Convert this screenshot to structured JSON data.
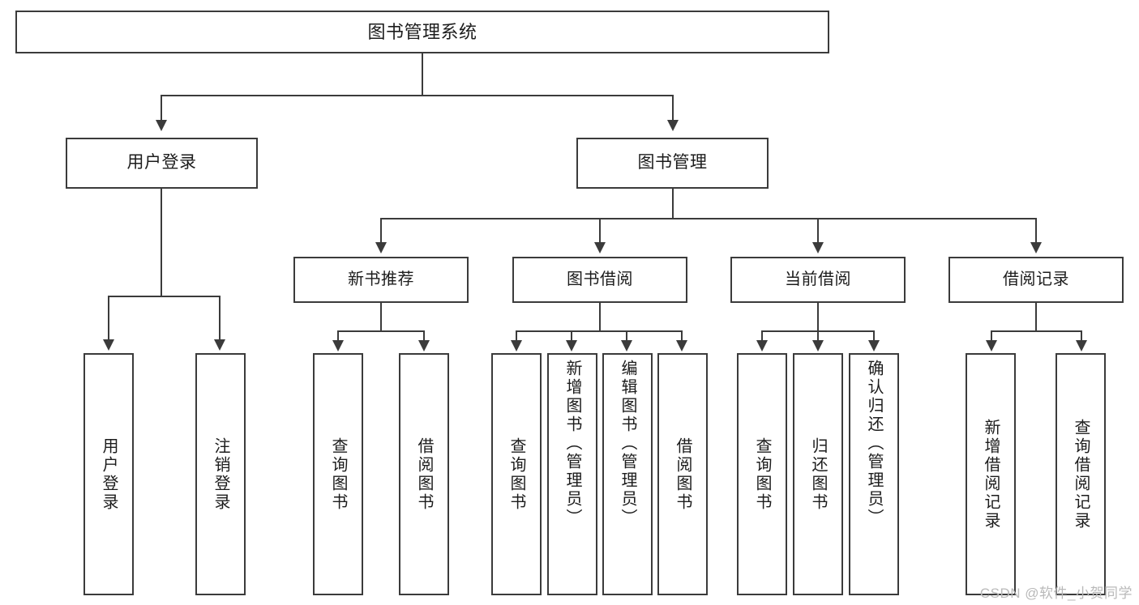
{
  "diagram": {
    "type": "tree-hierarchy",
    "title": "图书管理系统",
    "watermark": "CSDN @软件_小贺同学",
    "colors": {
      "stroke": "#3b3b3b",
      "fill": "#ffffff",
      "text": "#1c1c1c",
      "watermark": "#b9b9b9"
    },
    "root": {
      "label": "图书管理系统"
    },
    "level2": [
      {
        "id": "user-login",
        "label": "用户登录"
      },
      {
        "id": "book-manage",
        "label": "图书管理"
      }
    ],
    "level3": [
      {
        "id": "new-book-rec",
        "label": "新书推荐"
      },
      {
        "id": "book-borrow",
        "label": "图书借阅"
      },
      {
        "id": "current-borrow",
        "label": "当前借阅"
      },
      {
        "id": "borrow-record",
        "label": "借阅记录"
      }
    ],
    "leaves": {
      "user_login": [
        {
          "id": "leaf-user-login",
          "label": "用户登录"
        },
        {
          "id": "leaf-logout",
          "label": "注销登录"
        }
      ],
      "new_book_rec": [
        {
          "id": "leaf-query-book-1",
          "label": "查询图书"
        },
        {
          "id": "leaf-borrow-book-1",
          "label": "借阅图书"
        }
      ],
      "book_borrow": [
        {
          "id": "leaf-query-book-2",
          "label": "查询图书"
        },
        {
          "id": "leaf-add-book",
          "label": "新增图书（管理员）"
        },
        {
          "id": "leaf-edit-book",
          "label": "编辑图书（管理员）"
        },
        {
          "id": "leaf-borrow-book-2",
          "label": "借阅图书"
        }
      ],
      "current_borrow": [
        {
          "id": "leaf-query-book-3",
          "label": "查询图书"
        },
        {
          "id": "leaf-return-book",
          "label": "归还图书"
        },
        {
          "id": "leaf-confirm-return",
          "label": "确认归还（管理员）"
        }
      ],
      "borrow_record": [
        {
          "id": "leaf-add-record",
          "label": "新增借阅记录"
        },
        {
          "id": "leaf-query-record",
          "label": "查询借阅记录"
        }
      ]
    }
  }
}
